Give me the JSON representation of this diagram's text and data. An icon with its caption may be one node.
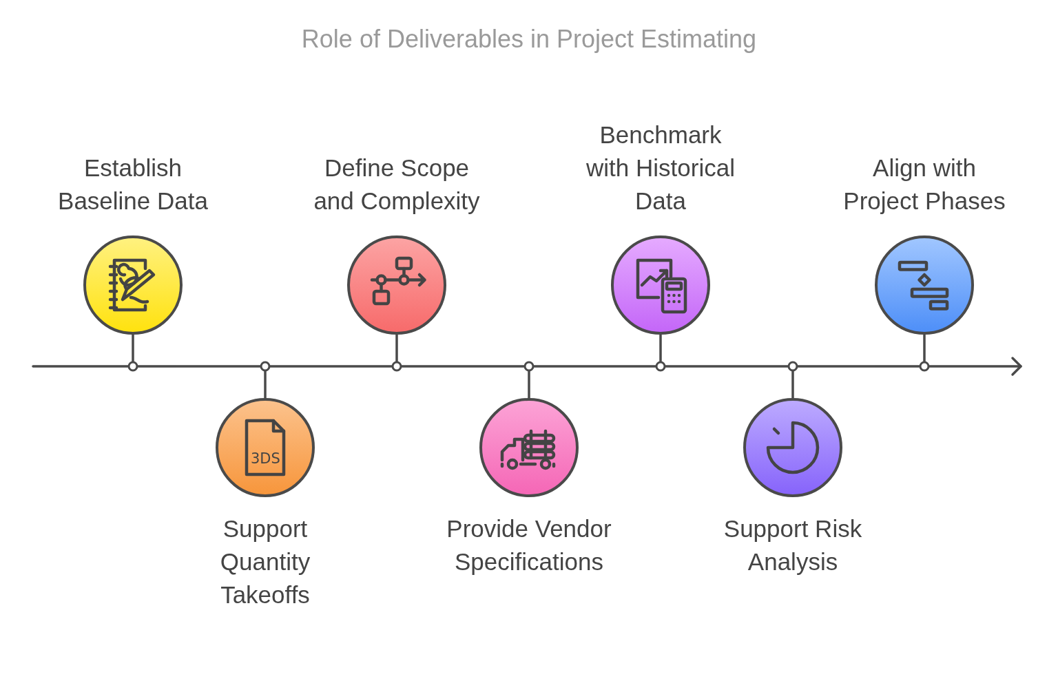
{
  "diagram": {
    "title": "Role of Deliverables in Project Estimating",
    "nodes": [
      {
        "text": [
          "Establish Baseline Data"
        ]
      },
      {
        "text": [
          "Support Quantity Takeoffs"
        ]
      },
      {
        "text": [
          "Define Scope and Complexity"
        ]
      },
      {
        "text": [
          "Provide Vendor Specifications"
        ]
      },
      {
        "text": [
          "Benchmark with Historical Data"
        ]
      },
      {
        "text": [
          "Support Risk Analysis"
        ]
      },
      {
        "text": [
          "Align with Project Phases"
        ]
      },
      {
        "text": [],
        "shape": "bar"
      }
    ],
    "edges": [
      {
        "from": 0,
        "to": 7,
        "arrow": "other"
      },
      {
        "from": 1,
        "to": 7,
        "arrow": "other"
      },
      {
        "from": 2,
        "to": 7,
        "arrow": "other"
      },
      {
        "from": 3,
        "to": 7,
        "arrow": "other"
      },
      {
        "from": 4,
        "to": 7,
        "arrow": "other"
      },
      {
        "from": 5,
        "to": 7,
        "arrow": "other"
      },
      {
        "from": 6,
        "to": 7,
        "arrow": "other"
      }
    ],
    "labels": [
      "3DS"
    ]
  }
}
